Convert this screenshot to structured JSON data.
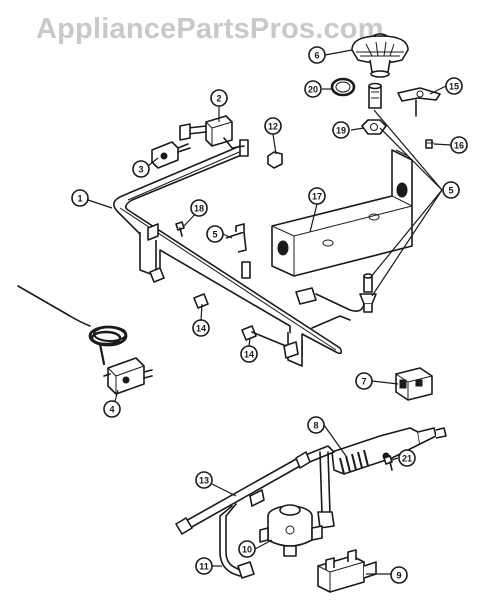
{
  "watermark": "AppliancePartsPros.com",
  "callouts": {
    "c1": "1",
    "c2": "2",
    "c3": "3",
    "c4": "4",
    "c5a": "5",
    "c5b": "5",
    "c6": "6",
    "c7": "7",
    "c8": "8",
    "c9": "9",
    "c10": "10",
    "c11": "11",
    "c12": "12",
    "c13": "13",
    "c14a": "14",
    "c14b": "14",
    "c15": "15",
    "c16": "16",
    "c17": "17",
    "c18": "18",
    "c19": "19",
    "c20": "20",
    "c21": "21"
  }
}
